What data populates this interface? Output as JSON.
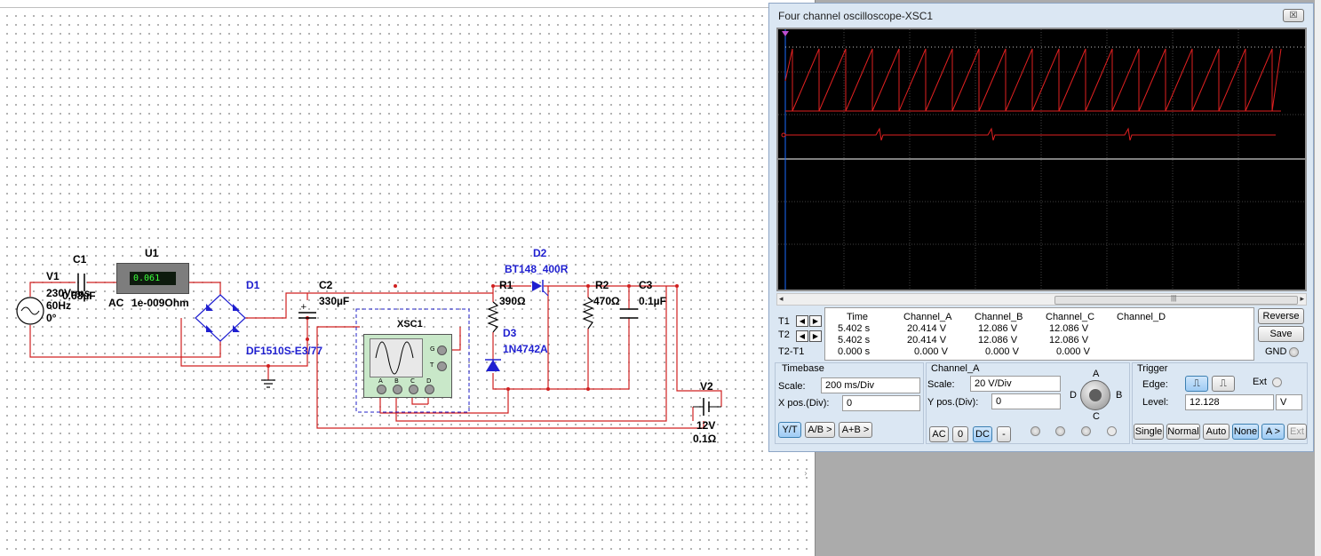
{
  "schematic": {
    "v1": {
      "name": "V1",
      "line1": "230Vrms",
      "line2": "60Hz",
      "line3": "0°"
    },
    "c1": {
      "name": "C1",
      "value": "0.68µF"
    },
    "u1": {
      "name": "U1",
      "display": "0.061",
      "mode": "AC",
      "resistance": "1e-009Ohm"
    },
    "d1": {
      "name": "D1",
      "part": "DF1510S-E3/77"
    },
    "c2": {
      "name": "C2",
      "value": "330µF"
    },
    "xsc1": {
      "name": "XSC1",
      "pins": [
        "A",
        "B",
        "C",
        "D"
      ],
      "side_pins": [
        "G",
        "T"
      ]
    },
    "r1": {
      "name": "R1",
      "value": "390Ω"
    },
    "d2": {
      "name": "D2",
      "part": "BT148_400R"
    },
    "d3": {
      "name": "D3",
      "part": "1N4742A"
    },
    "r2": {
      "name": "R2",
      "value": "470Ω"
    },
    "c3": {
      "name": "C3",
      "value": "0.1µF"
    },
    "v2": {
      "name": "V2",
      "voltage": "12V",
      "resistance": "0.1Ω"
    }
  },
  "oscilloscope": {
    "title": "Four channel oscilloscope-XSC1",
    "close_label": "☒",
    "cursors": {
      "t1": "T1",
      "t2": "T2",
      "t2t1": "T2-T1"
    },
    "readout": {
      "headers": [
        "Time",
        "Channel_A",
        "Channel_B",
        "Channel_C",
        "Channel_D"
      ],
      "rows": [
        [
          "5.402 s",
          "20.414 V",
          "12.086 V",
          "12.086 V",
          ""
        ],
        [
          "5.402 s",
          "20.414 V",
          "12.086 V",
          "12.086 V",
          ""
        ],
        [
          "0.000 s",
          "0.000 V",
          "0.000 V",
          "0.000 V",
          ""
        ]
      ]
    },
    "buttons": {
      "reverse": "Reverse",
      "save": "Save",
      "gnd": "GND"
    },
    "timebase": {
      "title": "Timebase",
      "scale_label": "Scale:",
      "scale_value": "200 ms/Div",
      "xpos_label": "X pos.(Div):",
      "xpos_value": "0",
      "yt": "Y/T",
      "ab": "A/B >",
      "apb": "A+B >"
    },
    "channel": {
      "title": "Channel_A",
      "scale_label": "Scale:",
      "scale_value": "20  V/Div",
      "ypos_label": "Y pos.(Div):",
      "ypos_value": "0",
      "ac": "AC",
      "zero": "0",
      "dc": "DC",
      "minus": "-"
    },
    "knob": {
      "a": "A",
      "b": "B",
      "c": "C",
      "d": "D"
    },
    "trigger": {
      "title": "Trigger",
      "edge_label": "Edge:",
      "ext_label": "Ext",
      "level_label": "Level:",
      "level_value": "12.128",
      "level_unit": "V",
      "single": "Single",
      "normal": "Normal",
      "auto": "Auto",
      "none": "None",
      "a_btn": "A >",
      "ext_btn": "Ext"
    }
  }
}
